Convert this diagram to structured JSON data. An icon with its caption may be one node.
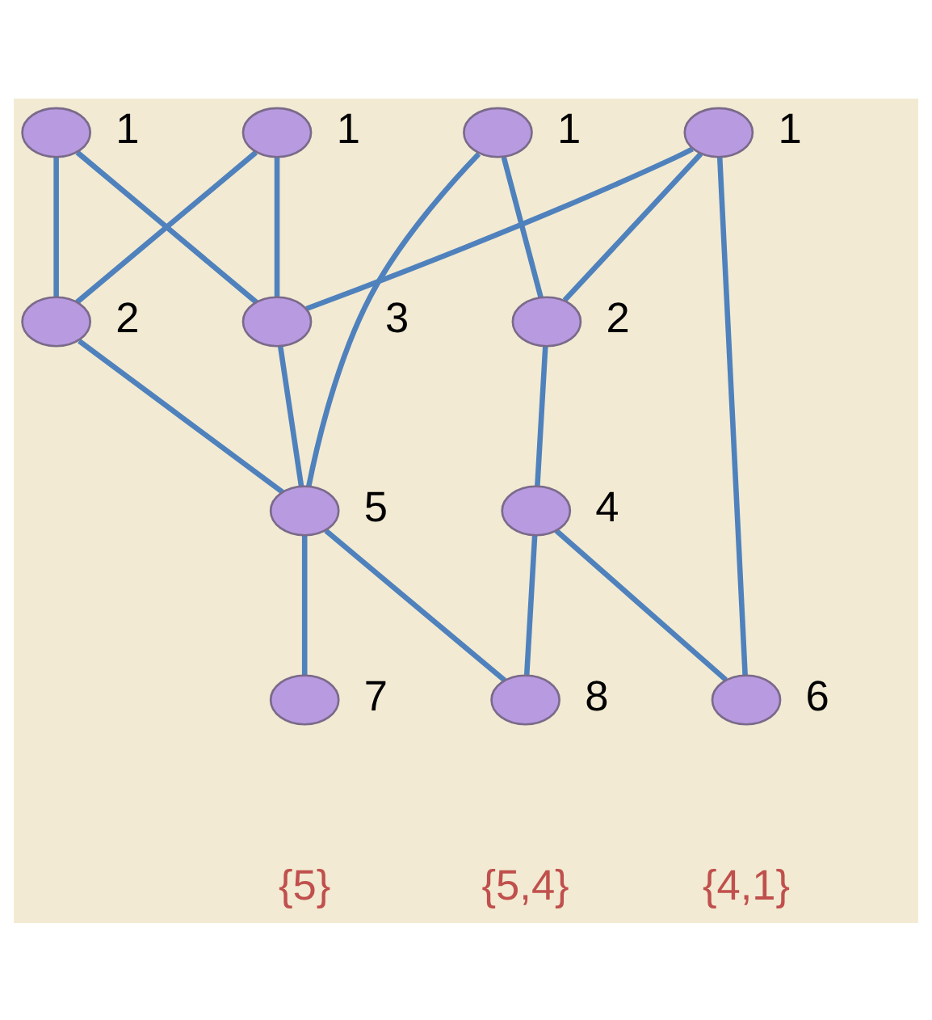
{
  "diagram": {
    "nodes": [
      {
        "text": [],
        "shape": "circle",
        "beside": [
          "1"
        ]
      },
      {
        "text": [],
        "shape": "circle",
        "beside": [
          "1"
        ]
      },
      {
        "text": [],
        "shape": "circle",
        "beside": [
          "1"
        ]
      },
      {
        "text": [],
        "shape": "circle",
        "beside": [
          "1"
        ]
      },
      {
        "text": [],
        "shape": "circle",
        "beside": [
          "2"
        ]
      },
      {
        "text": [],
        "shape": "circle",
        "beside": [
          "3"
        ]
      },
      {
        "text": [],
        "shape": "circle",
        "beside": [
          "2"
        ]
      },
      {
        "text": [],
        "shape": "circle",
        "beside": [
          "5"
        ]
      },
      {
        "text": [],
        "shape": "circle",
        "beside": [
          "4"
        ]
      },
      {
        "text": [],
        "shape": "circle",
        "beside": [
          "7",
          "{5}"
        ]
      },
      {
        "text": [],
        "shape": "circle",
        "beside": [
          "8",
          "{5,4}"
        ]
      },
      {
        "text": [],
        "shape": "circle",
        "beside": [
          "6",
          "{4,1}"
        ]
      }
    ],
    "edges": [
      {
        "from": 0,
        "to": 4,
        "arrow": "none"
      },
      {
        "from": 0,
        "to": 5,
        "arrow": "none"
      },
      {
        "from": 1,
        "to": 4,
        "arrow": "none"
      },
      {
        "from": 1,
        "to": 5,
        "arrow": "none"
      },
      {
        "from": 2,
        "to": 6,
        "arrow": "none"
      },
      {
        "from": 2,
        "to": 7,
        "arrow": "none"
      },
      {
        "from": 3,
        "to": 5,
        "arrow": "none"
      },
      {
        "from": 3,
        "to": 6,
        "arrow": "none"
      },
      {
        "from": 3,
        "to": 11,
        "arrow": "none"
      },
      {
        "from": 4,
        "to": 7,
        "arrow": "none"
      },
      {
        "from": 5,
        "to": 7,
        "arrow": "none"
      },
      {
        "from": 6,
        "to": 8,
        "arrow": "none"
      },
      {
        "from": 7,
        "to": 9,
        "arrow": "none"
      },
      {
        "from": 7,
        "to": 10,
        "arrow": "none"
      },
      {
        "from": 8,
        "to": 10,
        "arrow": "none"
      },
      {
        "from": 8,
        "to": 11,
        "arrow": "none"
      }
    ]
  }
}
